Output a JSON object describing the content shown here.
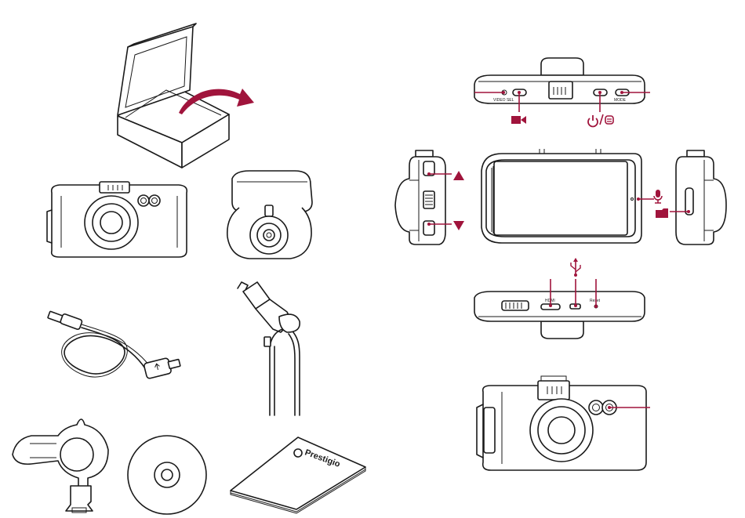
{
  "colors": {
    "accent": "#a0143c",
    "line": "#1a1a1a"
  },
  "package": {
    "brand_logo": "Prestigio"
  },
  "callouts": {
    "top_left_label": "VIDEO SEL",
    "top_right_label": "MODE",
    "bottom_hdmi_label": "HDMI",
    "bottom_reset_label": "Reset",
    "icons": [
      "record-icon",
      "power-menu-icon",
      "up-arrow-icon",
      "down-arrow-icon",
      "microphone-icon",
      "sd-card-icon",
      "usb-icon"
    ]
  }
}
